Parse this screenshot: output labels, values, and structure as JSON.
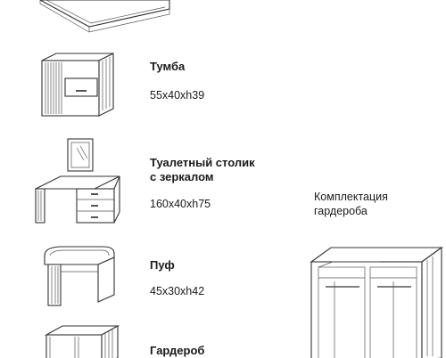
{
  "items": [
    {
      "name": "Тумба",
      "dims": "55x40xh39"
    },
    {
      "name_line1": "Туалетный столик",
      "name_line2": "с зеркалом",
      "dims": "160x40xh75"
    },
    {
      "name": "Пуф",
      "dims": "45x30xh42"
    },
    {
      "name": "Гардероб"
    }
  ],
  "wardrobe_note": {
    "line1": "Комплектация",
    "line2": "гардероба"
  }
}
